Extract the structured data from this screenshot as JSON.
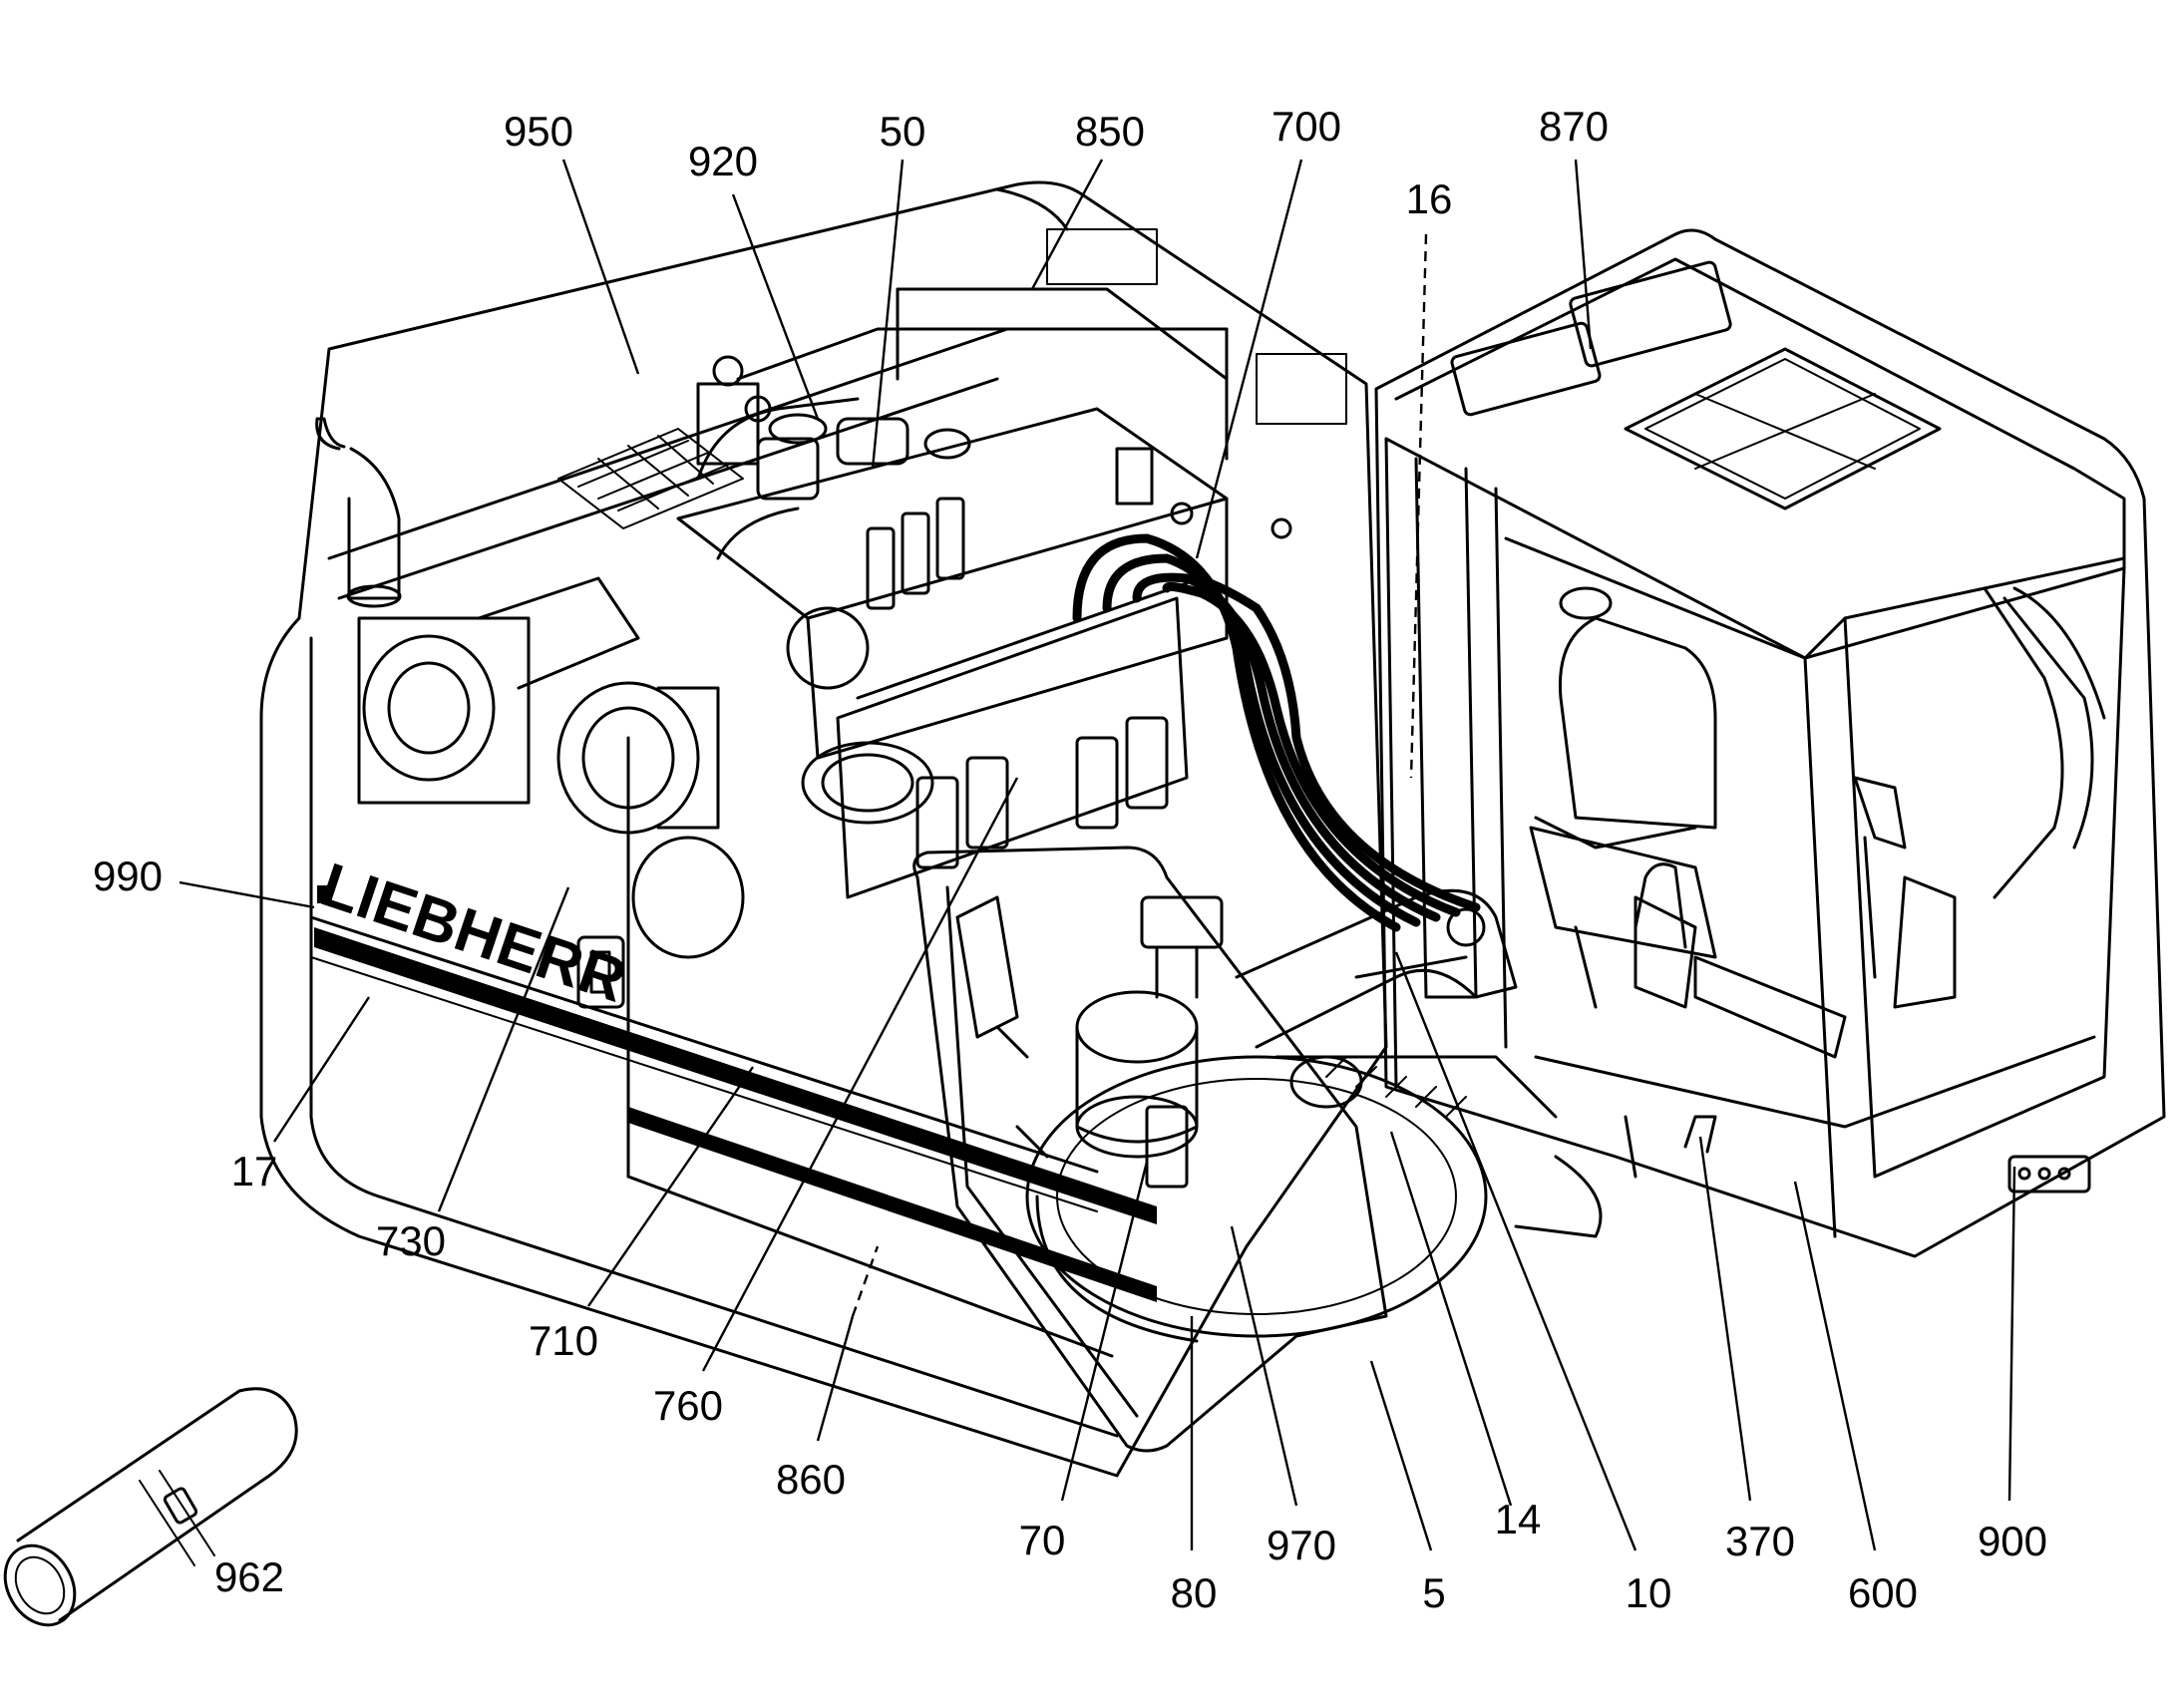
{
  "brand_text": "LIEBHERR",
  "callouts": [
    {
      "id": "950",
      "text": "950"
    },
    {
      "id": "920",
      "text": "920"
    },
    {
      "id": "50",
      "text": "50"
    },
    {
      "id": "850",
      "text": "850"
    },
    {
      "id": "700",
      "text": "700"
    },
    {
      "id": "870",
      "text": "870"
    },
    {
      "id": "16",
      "text": "16"
    },
    {
      "id": "990",
      "text": "990"
    },
    {
      "id": "17",
      "text": "17"
    },
    {
      "id": "730",
      "text": "730"
    },
    {
      "id": "710",
      "text": "710"
    },
    {
      "id": "760",
      "text": "760"
    },
    {
      "id": "860",
      "text": "860"
    },
    {
      "id": "962",
      "text": "962"
    },
    {
      "id": "70",
      "text": "70"
    },
    {
      "id": "80",
      "text": "80"
    },
    {
      "id": "970",
      "text": "970"
    },
    {
      "id": "5",
      "text": "5"
    },
    {
      "id": "14",
      "text": "14"
    },
    {
      "id": "10",
      "text": "10"
    },
    {
      "id": "370",
      "text": "370"
    },
    {
      "id": "600",
      "text": "600"
    },
    {
      "id": "900",
      "text": "900"
    }
  ]
}
